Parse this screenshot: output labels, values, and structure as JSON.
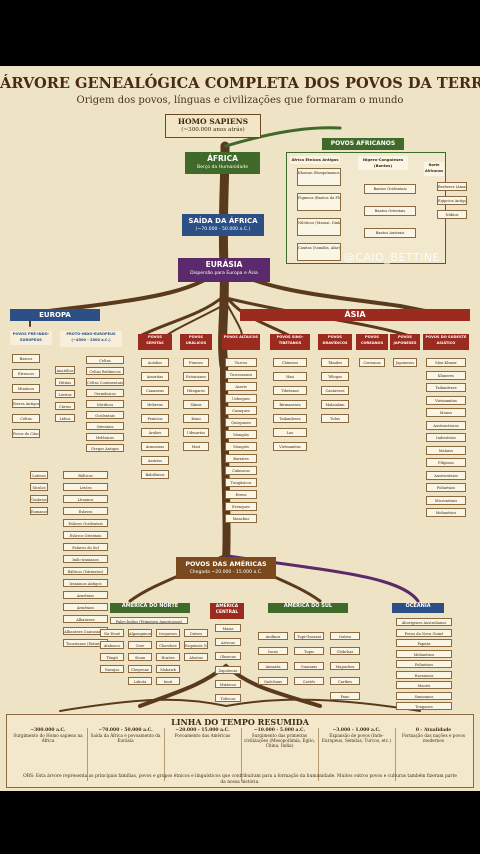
{
  "title": "ÁRVORE GENEALÓGICA COMPLETA DOS POVOS DA TERRA",
  "subtitle": "Origem dos povos, línguas e civilizações que formaram o mundo",
  "watermark": "@CAIO_BETTINE",
  "colors": {
    "green": "#3f6a2a",
    "blue": "#2c4f86",
    "purple": "#5b2a6a",
    "red": "#9b2a1f",
    "brown": "#7a4a1e",
    "trunk": "#5a3a1c"
  },
  "root": {
    "name": "HOMO SAPIENS",
    "date": "(~300.000 anos atrás)"
  },
  "africa": {
    "name": "ÁFRICA",
    "sub": "Berço da Humanidade"
  },
  "saida": {
    "name": "SAÍDA DA ÁFRICA",
    "sub": "(~70.000 - 50.000 a.C.)"
  },
  "eurasia": {
    "name": "EURÁSIA",
    "sub": "Dispersão para Europa e Ásia"
  },
  "povos_africanos": {
    "name": "POVOS AFRICANOS",
    "groups": [
      {
        "name": "África Étnicos Antigos",
        "items": [
          "Khoisan (Bosquímanos, Bosquímanos)",
          "Pigmeus (Bantos da Floresta)",
          "Nilóticos (Massai, Dinka, Nuer)",
          "Cuxitas (Somális, Afar)"
        ]
      },
      {
        "name": "Nigero-Congoleses (Bantos)",
        "items": [
          "Bantos Ocidentais",
          "Bantos Orientais",
          "Bantos Austrais"
        ]
      },
      {
        "name": "Norte Africanos",
        "items": [
          "Berberes (Amazigh)",
          "Egípcios Antigos",
          "Núbios"
        ]
      }
    ]
  },
  "europa": {
    "name": "EUROPA",
    "pre": {
      "name": "POVOS PRÉ-INDO-EUROPEUS",
      "items": [
        "Bascos",
        "Etruscos",
        "Minóicos",
        "Iberos Antigos",
        "Celtas",
        "Povos do Cáucaso Antigo"
      ]
    },
    "pie": {
      "name": "PROTO-INDO-EUROPEUS",
      "sub": "(~4500 - 2500 a.C.)",
      "col1": [
        "Anatólios",
        "Hititas",
        "Lúvitas",
        "Cários",
        "Lídios"
      ],
      "col2": [
        "Celtas",
        "Celtas Britânicos",
        "Celtas Continentais",
        "Germânicos",
        "Nórdicos",
        "Ocidentais",
        "Orientais",
        "Helênicos",
        "Gregos Antigos"
      ]
    },
    "italicos": [
      "Latinos",
      "Sículos",
      "Úmbrios",
      "Romanos"
    ],
    "balticos": [
      "Bálticos",
      "Letões",
      "Lituanos",
      "Eslavos",
      "Eslavos Ocidentais",
      "Eslavos Orientais",
      "Eslavos do Sul",
      "Indo-iranianos",
      "Bálticos (Sármatas)",
      "Iranianos Antigos",
      "Armênios",
      "Armênios",
      "Albaneses",
      "Albaneses Caucasianos",
      "Tocarianos (Extintos)"
    ]
  },
  "asia": {
    "name": "ÁSIA",
    "groups": [
      {
        "name": "POVOS SEMITAS",
        "items": [
          "Acádios",
          "Amoritas",
          "Cananeus",
          "Hebreus",
          "Fenícios",
          "Árabes",
          "Aramenus",
          "Assírios",
          "Babilônios"
        ]
      },
      {
        "name": "POVOS URÁLICOS",
        "items": [
          "Fineses",
          "Estonianos",
          "Húngaros",
          "Sâmis",
          "Komi",
          "Udmurtos",
          "Mari"
        ]
      },
      {
        "name": "POVOS ALTAICOS",
        "items": [
          "Turcos",
          "Turcomenos",
          "Azeris",
          "Uzbeques",
          "Cazaques",
          "Quirguizes",
          "Mongóis",
          "Mongóis",
          "Buriates",
          "Calmucos",
          "Tungúsicos",
          "Evens",
          "Evenques",
          "Manchus"
        ]
      },
      {
        "name": "POVOS SINO-TIBETANOS",
        "items": [
          "Chineses",
          "Han",
          "Tibetanos",
          "Birmaneses",
          "Tailandeses",
          "Lao",
          "Vietnamitas"
        ]
      },
      {
        "name": "POVOS DRAVÍDICOS",
        "items": [
          "Tâmiles",
          "Télugos",
          "Canáreses",
          "Malaialam",
          "Tulus"
        ]
      },
      {
        "name": "POVOS COREANOS",
        "items": [
          "Coreanos"
        ]
      },
      {
        "name": "POVOS JAPONESES",
        "items": [
          "Japoneses"
        ]
      },
      {
        "name": "POVOS DO SUDESTE ASIÁTICO",
        "items": [
          "Mon-Khmer",
          "Khmeres",
          "Tailandeses",
          "Vietnamitas",
          "Monos",
          "Austronésicos",
          "Indonésios",
          "Malaios",
          "Filipinos",
          "Austronésios",
          "Polinésios",
          "Micronésios",
          "Melanésios"
        ]
      }
    ]
  },
  "americas": {
    "name": "POVOS DAS AMÉRICAS",
    "sub": "Chegada ~20.000 - 15.000 a.C.",
    "norte": {
      "name": "AMÉRICA DO NORTE",
      "sub": "Paleo-Índios (Primeiros Americanos)",
      "cols": [
        [
          "Na-Dené",
          "Atabasco",
          "Tlingit",
          "Navajos"
        ],
        [
          "Algonquinos",
          "Cree",
          "Sioux",
          "Cheyenne",
          "Lakota"
        ],
        [
          "Iroqueses",
          "Cherokee",
          "Hurões",
          "Mohawk",
          "Inuit"
        ],
        [
          "Outros",
          "Esquimós (Inuítes)",
          "Aleutas"
        ]
      ]
    },
    "central": {
      "name": "AMÉRICA CENTRAL",
      "items": [
        "Maias",
        "Astecas",
        "Olmecas",
        "Zapotecas",
        "Mixtecos",
        "Toltecas"
      ]
    },
    "sul": {
      "name": "AMÉRICA DO SUL",
      "cols": [
        [
          "Andinos",
          "Incas",
          "Aimarás",
          "Quéchuas"
        ],
        [
          "Tupi-Guarani",
          "Tupis",
          "Guaranis",
          "Caetés"
        ],
        [
          "Outros",
          "Chibchas",
          "Mapuches",
          "Caribes",
          "Pano"
        ]
      ]
    },
    "oceania": {
      "name": "OCEANIA",
      "items": [
        "Aborígenes Australianos",
        "Povos da Nova Guiné",
        "Papuás",
        "Melanésios",
        "Polinésios",
        "Havaianos",
        "Maoris",
        "Samoanos",
        "Tonganos"
      ]
    }
  },
  "timeline": {
    "title": "LINHA DO TEMPO RESUMIDA",
    "entries": [
      {
        "date": "~300.000 a.C.",
        "text": "Surgimento do Homo sapiens na África"
      },
      {
        "date": "~70.000 - 50.000 a.C.",
        "text": "Saída da África e povoamento da Eurásia"
      },
      {
        "date": "~20.000 - 15.000 a.C.",
        "text": "Povoamento das Américas"
      },
      {
        "date": "~10.000 - 5.000 a.C.",
        "text": "Surgimento das primeiras civilizações (Mesopotâmia, Egito, China, Índia)"
      },
      {
        "date": "~3.000 - 1.000 a.C.",
        "text": "Expansão de povos (Indo-Europeus, Semitas, Turcos, etc.)"
      },
      {
        "date": "0 - Atualidade",
        "text": "Formação das nações e povos modernos"
      }
    ]
  },
  "footnote": "OBS: Esta árvore representa as principais famílias, povos e grupos étnicos e linguísticos que contribuíram para a formação da humanidade. Muitos outros povos e culturas também fizeram parte da nossa história."
}
